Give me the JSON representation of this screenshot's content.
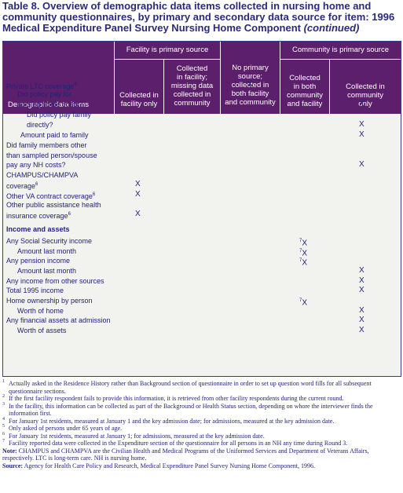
{
  "title": {
    "line1": "Table 8.  Overview of demographic data items collected in nursing home and",
    "line2": "community questionnaires, by primary and secondary data source for item: 1996",
    "line3": "Medical Expenditure Panel Survey Nursing Home Component",
    "continued": "(continued)"
  },
  "header": {
    "col0": "Demographic data items",
    "facility_group": "Facility is primary source",
    "col1": [
      "Collected in",
      "facility only"
    ],
    "col2": [
      "Collected",
      "in facility;",
      "missing data",
      "collected in",
      "community"
    ],
    "col3": [
      "No primary",
      "source;",
      "collected in",
      "both facility",
      "and community"
    ],
    "community_group": "Community is primary source",
    "col4": [
      "Collected",
      "in both",
      "community",
      "and facility"
    ],
    "col5": [
      "Collected in",
      "community",
      "only"
    ]
  },
  "rows": [
    {
      "label": "Private LTC coverage",
      "sup": "6",
      "marks": {
        "col3": "X"
      }
    },
    {
      "label": "Did policy pay for",
      "marks": {}
    },
    {
      "label": "nursing home costs?",
      "marks": {
        "col5": "X"
      }
    },
    {
      "label": "Did policy pay family",
      "marks": {}
    },
    {
      "label": "directly?",
      "marks": {
        "col5": "X"
      }
    },
    {
      "label": "Amount paid to family",
      "marks": {
        "col5": "X"
      }
    },
    {
      "label": "Did family members other",
      "marks": {}
    },
    {
      "label": "than sampled person/spouse",
      "marks": {}
    },
    {
      "label": "pay any NH costs?",
      "marks": {
        "col5": "X"
      }
    },
    {
      "label": "CHAMPUS/CHAMPVA",
      "marks": {}
    },
    {
      "label": "coverage",
      "sup": "6",
      "marks": {
        "col1": "X"
      }
    },
    {
      "label": "Other VA contract coverage",
      "sup": "6",
      "marks": {
        "col1": "X"
      }
    },
    {
      "label": "Other public assistance health",
      "marks": {}
    },
    {
      "label": "insurance coverage",
      "sup": "6",
      "marks": {
        "col1": "X"
      }
    },
    {
      "label": "Income and assets",
      "bold": true,
      "marks": {}
    },
    {
      "label": "Any Social Security income",
      "marks": {
        "col4": "X",
        "col4sup": "7"
      }
    },
    {
      "label": "Amount last month",
      "marks": {
        "col4": "X",
        "col4sup": "7"
      }
    },
    {
      "label": "Any pension income",
      "marks": {
        "col4": "X",
        "col4sup": "7"
      }
    },
    {
      "label": "Amount last month",
      "marks": {
        "col5": "X"
      }
    },
    {
      "label": "Any income from other sources",
      "marks": {
        "col5": "X"
      }
    },
    {
      "label": "Total 1995 income",
      "marks": {
        "col5": "X"
      }
    },
    {
      "label": "Home ownership by person",
      "marks": {
        "col4": "X",
        "col4sup": "7"
      }
    },
    {
      "label": "Worth of home",
      "marks": {
        "col5": "X"
      }
    },
    {
      "label": "Any financial assets at admission",
      "marks": {
        "col5": "X"
      }
    },
    {
      "label": "Worth of assets",
      "marks": {
        "col5": "X"
      }
    }
  ],
  "footnotes": [
    {
      "num": "1",
      "text": "Actually asked in the Residence History rather than Background section of questionnaire in order to set up question word fills for all subsequent questionnaire sections."
    },
    {
      "num": "2",
      "text": "If the first facility respondent fails to provide this information, it is retrieved from other facility respondents during the current round."
    },
    {
      "num": "3",
      "text": "In the facility, this information can be collected as part of the Background or Health Status section, depending on whore the interviewer finds the information first."
    },
    {
      "num": "4",
      "text": "For January 1st residents, measured at January 1 and the key admission date; for admissions, measured at the key admission date."
    },
    {
      "num": "5",
      "text": "Only asked of persons under 65 years of age."
    },
    {
      "num": "6",
      "text": "For January 1st residents, measured at January 1; for admissions, measured at the key admission date."
    },
    {
      "num": "7",
      "text": "Facility reported data were collected in the Expenditure section of the questionnaire for all persons in an NH any time during Round 3."
    }
  ],
  "note": {
    "label": "Note:",
    "text": "CHAMPUS and CHAMPVA are the Civilian Health and Medical Programs of the Uniformed Services and Department of Veterans Affairs, respectively.  LTC is long-term care.  NH is nursing home."
  },
  "source": {
    "label": "Source:",
    "text": "Agency for Health Care Policy and Research, Medical Expenditure Panel Survey Nursing Home Component, 1996."
  }
}
